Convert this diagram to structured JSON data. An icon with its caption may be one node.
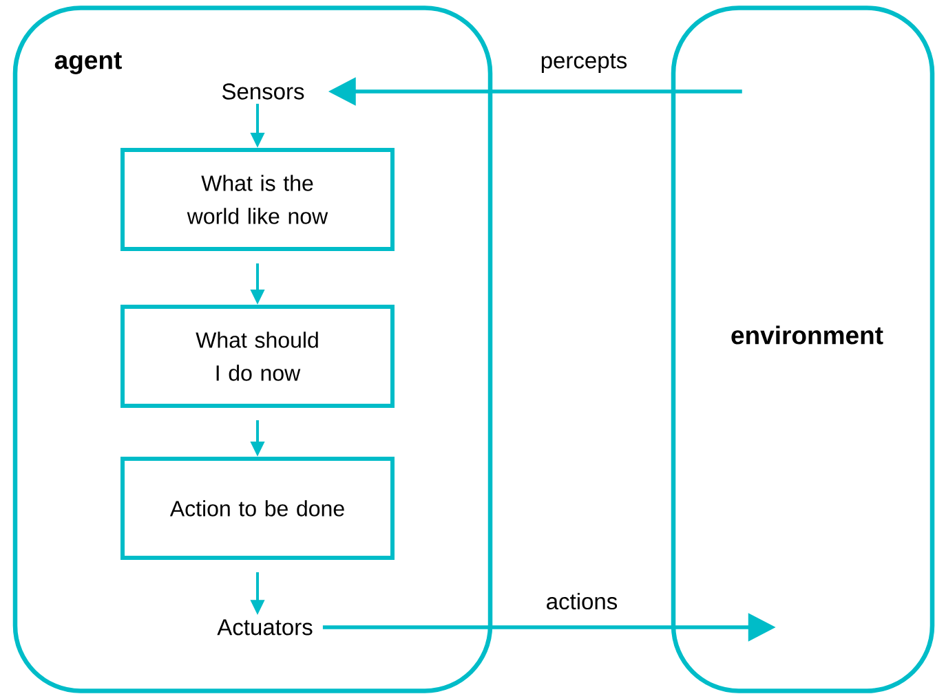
{
  "diagram": {
    "nodes": [
      {
        "text": [
          "agent"
        ]
      },
      {
        "text": [
          "Sensors"
        ],
        "in": 0
      },
      {
        "text": [
          "What is the world like now"
        ],
        "in": 0
      },
      {
        "text": [
          "What should I do now"
        ],
        "in": 0
      },
      {
        "text": [
          "Action to be done"
        ],
        "in": 0
      },
      {
        "text": [
          "Actuators"
        ],
        "in": 0
      },
      {
        "text": [
          "environment"
        ]
      }
    ],
    "edges": [
      {
        "from": 1,
        "to": 2,
        "arrow": "to"
      },
      {
        "from": 2,
        "to": 3,
        "arrow": "to"
      },
      {
        "from": 3,
        "to": 4,
        "arrow": "to"
      },
      {
        "from": 4,
        "to": 5,
        "arrow": "to"
      },
      {
        "from": 6,
        "to": 1,
        "arrow": "to",
        "label": "percepts"
      },
      {
        "from": 5,
        "to": 6,
        "arrow": "to",
        "label": "actions"
      }
    ]
  }
}
